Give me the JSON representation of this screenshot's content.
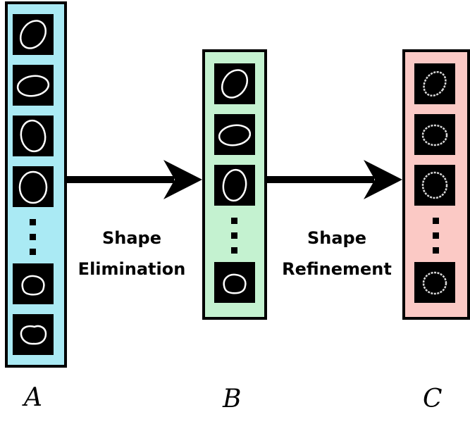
{
  "columns": [
    {
      "id": "A",
      "label": "A",
      "color": "#aaeaf4"
    },
    {
      "id": "B",
      "label": "B",
      "color": "#c4f2d0"
    },
    {
      "id": "C",
      "label": "C",
      "color": "#fbc9c5"
    }
  ],
  "arrows": [
    {
      "line1": "Shape",
      "line2": "Elimination"
    },
    {
      "line1": "Shape",
      "line2": "Refinement"
    }
  ]
}
